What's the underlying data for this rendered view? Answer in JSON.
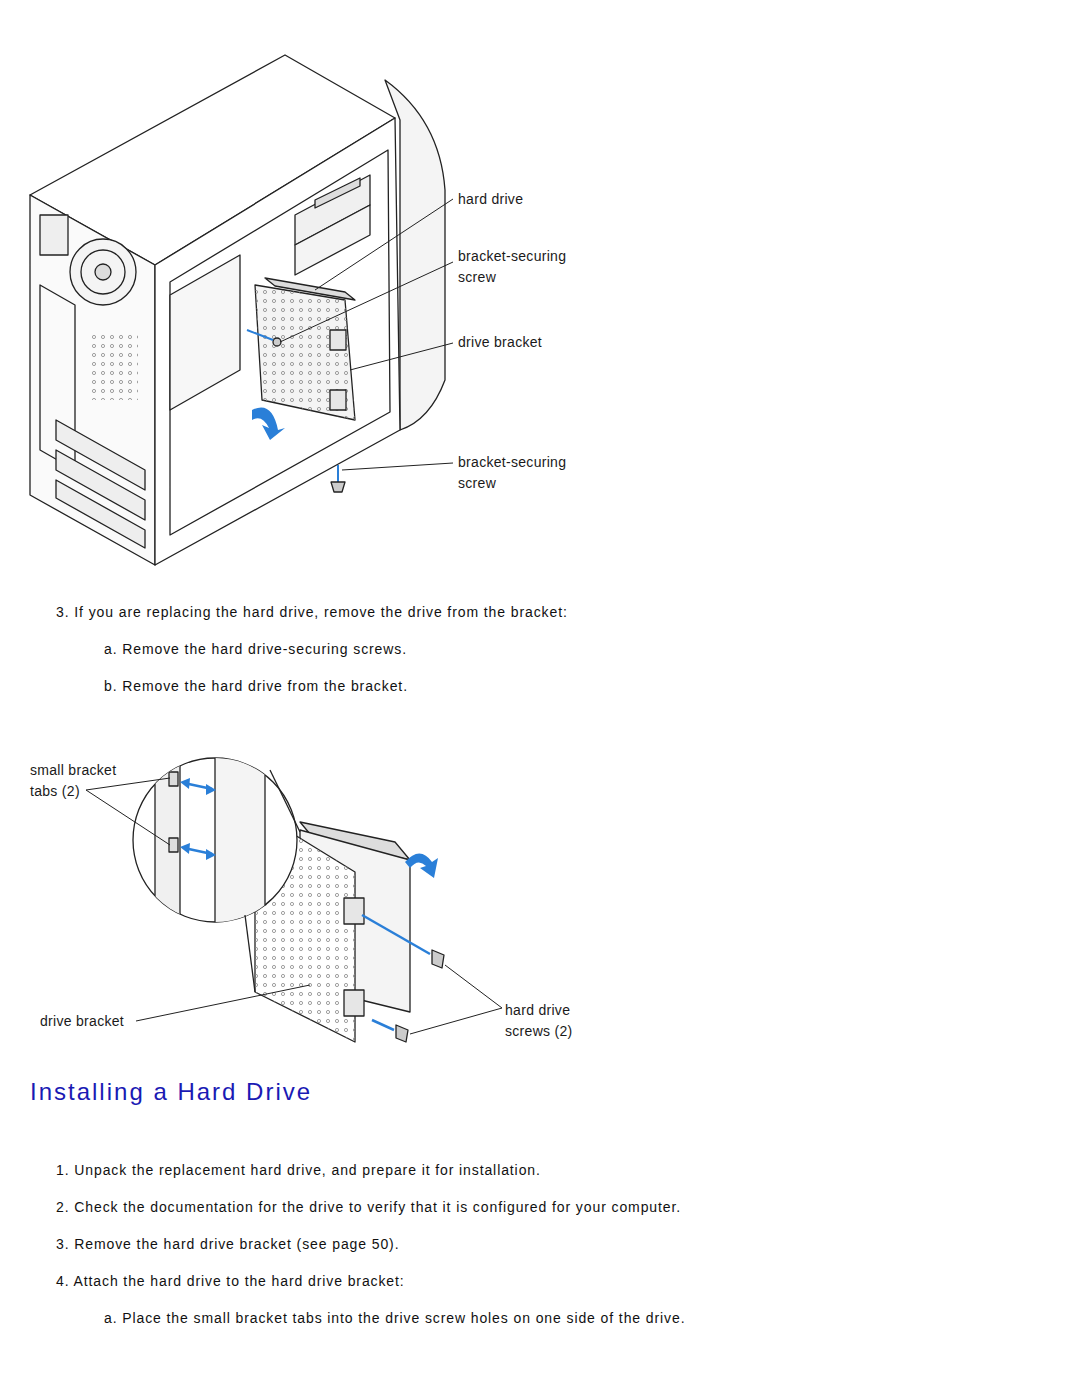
{
  "diagram": {
    "title": "Installing a Hard Drive",
    "labels": [
      "hard drive",
      "bracket-securing screw",
      "drive bracket",
      "bracket-securing screw",
      "3. If you are replacing the hard drive, remove the drive from the bracket:",
      "a. Remove the hard drive-securing screws.",
      "b. Remove the hard drive from the bracket.",
      "small bracket tabs (2)",
      "drive bracket",
      "hard drive screws (2)",
      "1. Unpack the replacement hard drive, and prepare it for installation.",
      "2. Check the documentation for the drive to verify that it is configured for your computer.",
      "3. Remove the hard drive bracket (see page 50).",
      "4. Attach the hard drive to the hard drive bracket:",
      "a. Place the small bracket tabs into the drive screw holes on one side of the drive."
    ]
  }
}
